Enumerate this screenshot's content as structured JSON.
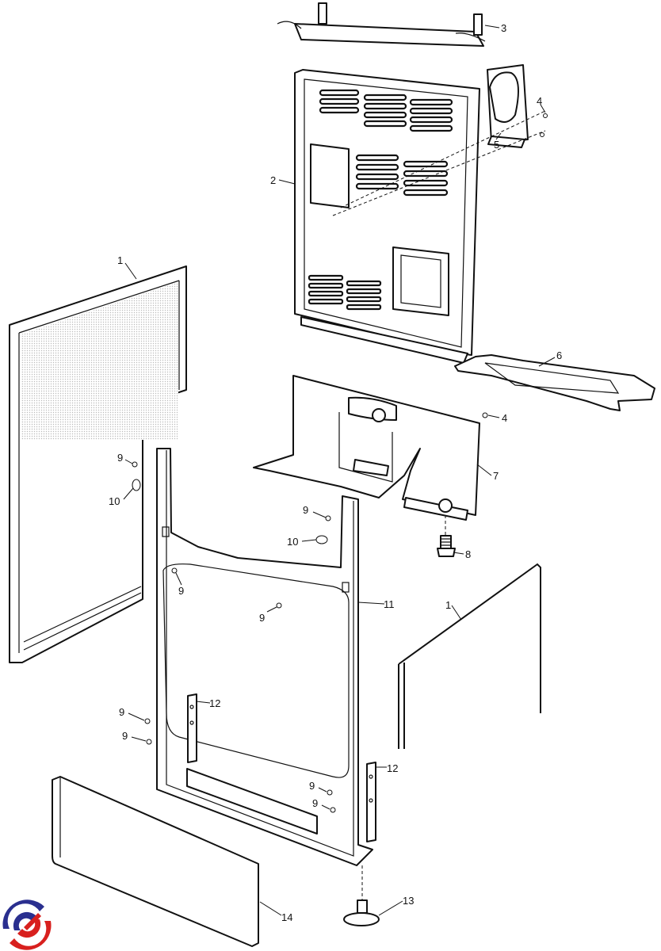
{
  "diagram": {
    "title": "Oven cabinet exploded parts view",
    "callouts": [
      "3",
      "2",
      "4",
      "5",
      "1",
      "6",
      "4",
      "7",
      "9",
      "10",
      "9",
      "10",
      "8",
      "9",
      "9",
      "11",
      "1",
      "12",
      "9",
      "9",
      "12",
      "9",
      "9",
      "13",
      "14"
    ],
    "colors": {
      "line": "#111111",
      "logo_blue": "#2a2f8f",
      "logo_red": "#d8201e",
      "panel_shade": "#d9d9d9"
    }
  }
}
